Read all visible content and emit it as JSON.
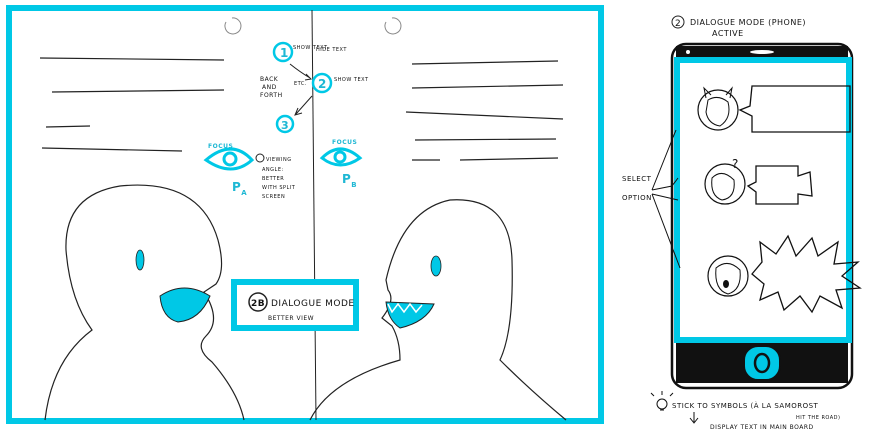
{
  "colors": {
    "accent": "#00c8e6",
    "ink": "#111111",
    "paper": "#ffffff"
  },
  "board": {
    "steps": {
      "s1": "1",
      "s1_text": "SHOW TEXT",
      "s1_side": "HIDE TEXT",
      "s2": "2",
      "s2_text": "SHOW TEXT",
      "s3": "3",
      "back_forth_1": "BACK",
      "back_forth_2": "AND",
      "back_forth_3": "FORTH",
      "etc": "ETC."
    },
    "focus_left": "FOCUS",
    "focus_right": "FOCUS",
    "player_left": "P",
    "player_left_sub": "A",
    "player_right": "P",
    "player_right_sub": "B",
    "viewing_note": [
      "VIEWING",
      "ANGLE:",
      "BETTER",
      "WITH SPLIT",
      "SCREEN"
    ],
    "dialogue_box": {
      "badge": "2B",
      "title": "DIALOGUE MODE",
      "subtitle": "BETTER VIEW"
    }
  },
  "phone": {
    "header_num": "2",
    "header_line1": "DIALOGUE MODE (PHONE)",
    "header_line2": "ACTIVE",
    "select_label_1": "SELECT",
    "select_label_2": "OPTION",
    "avatars": [
      "devil-avatar",
      "question-avatar",
      "shouting-avatar"
    ]
  },
  "notes": {
    "line1": "STICK TO SYMBOLS (À LA SAMOROST",
    "line1_end": "HIT THE ROAD)",
    "line2": "DISPLAY TEXT IN MAIN BOARD"
  }
}
